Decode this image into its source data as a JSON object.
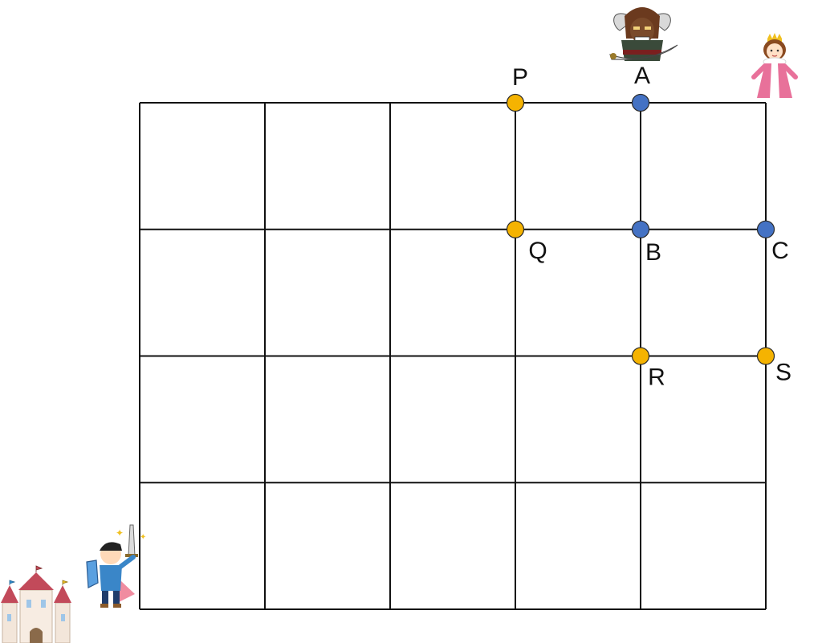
{
  "colors": {
    "blue_point": "#4472C4",
    "yellow_point": "#F5B301",
    "grid": "#111111"
  },
  "characters": {
    "monster": "demon-warrior-with-horned-helmet-and-sword",
    "princess": "princess-with-crown-in-pink-dress",
    "hero": "hero-with-sword-and-shield",
    "castle": "castle"
  },
  "grid": {
    "columns": 5,
    "rows": 4
  },
  "points": [
    {
      "label": "P",
      "col": 3,
      "row": 0,
      "color": "yellow"
    },
    {
      "label": "A",
      "col": 4,
      "row": 0,
      "color": "blue"
    },
    {
      "label": "Q",
      "col": 3,
      "row": 1,
      "color": "yellow"
    },
    {
      "label": "B",
      "col": 4,
      "row": 1,
      "color": "blue"
    },
    {
      "label": "C",
      "col": 5,
      "row": 1,
      "color": "blue"
    },
    {
      "label": "R",
      "col": 4,
      "row": 2,
      "color": "yellow"
    },
    {
      "label": "S",
      "col": 5,
      "row": 2,
      "color": "yellow"
    }
  ]
}
